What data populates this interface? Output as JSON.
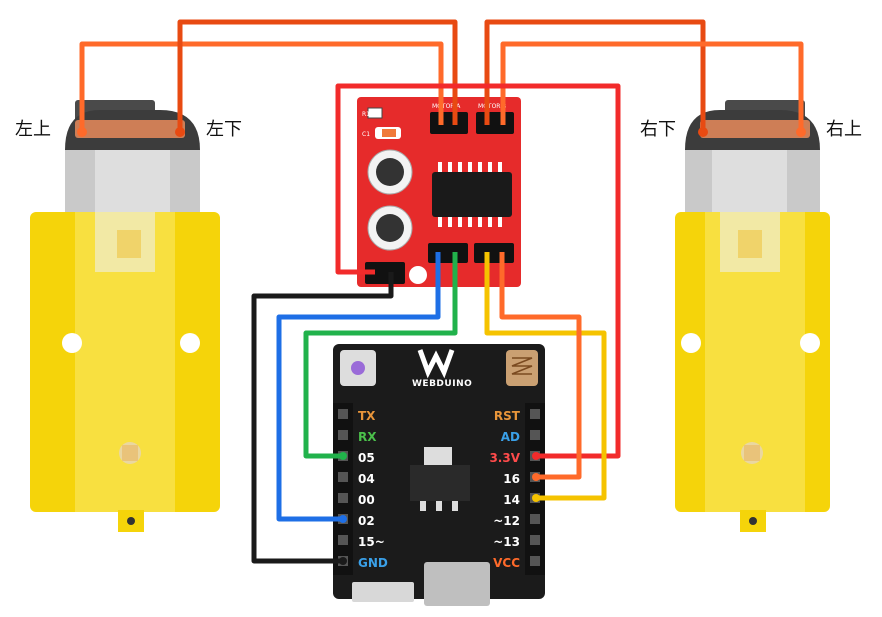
{
  "motors": {
    "left": {
      "top_label": "左上",
      "bottom_label": "左下"
    },
    "right": {
      "top_label": "右上",
      "bottom_label": "右下"
    }
  },
  "driver": {
    "motor_a_label": "MOTOR-A",
    "motor_b_label": "MOTOR-B",
    "r1_label": "R1",
    "c1_label": "C1"
  },
  "board": {
    "brand": "WEBDUINO",
    "left_pins": [
      "TX",
      "RX",
      "05",
      "04",
      "00",
      "02",
      "15~",
      "GND"
    ],
    "right_pins": [
      "RST",
      "AD",
      "3.3V",
      "16",
      "14",
      "~12",
      "~13",
      "VCC"
    ]
  },
  "colors": {
    "wire_orange": "#ff6a2a",
    "wire_dark_orange": "#e84a12",
    "wire_red": "#f22b2b",
    "wire_blue": "#1e6fe6",
    "wire_green": "#21b24b",
    "wire_yellow": "#f5c300",
    "wire_black": "#1a1a1a",
    "motor_yellow": "#f5d40a",
    "driver_red": "#e62b2b",
    "board_black": "#1b1b1b"
  }
}
